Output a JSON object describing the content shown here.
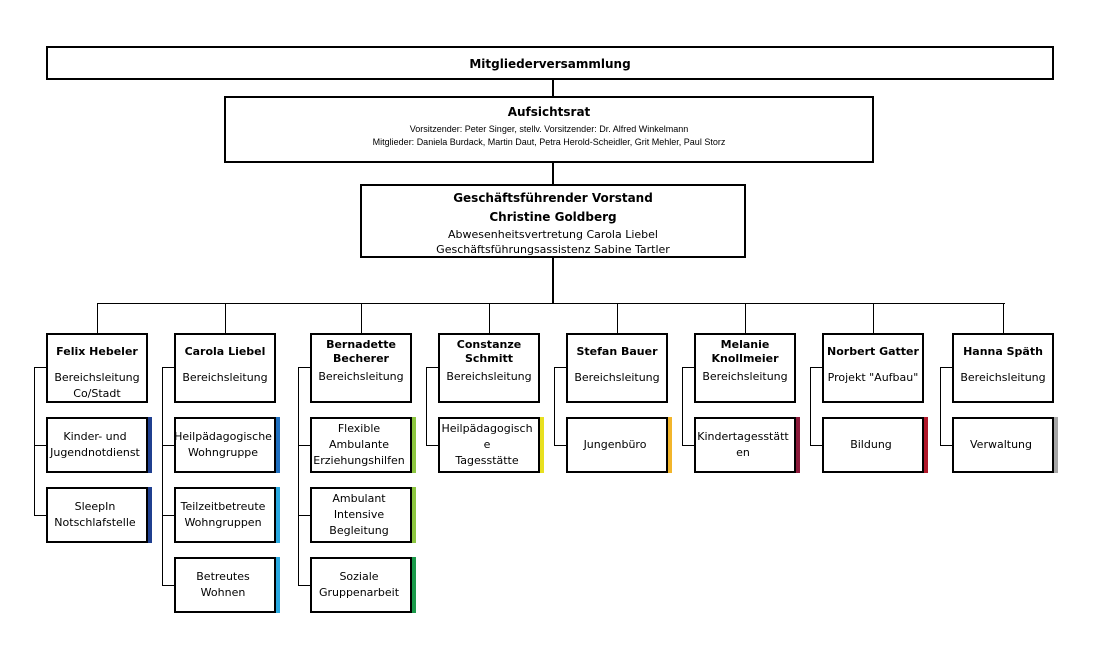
{
  "top": {
    "title": "Mitgliederversammlung"
  },
  "aufsichtsrat": {
    "title": "Aufsichtsrat",
    "line1": "Vorsitzender: Peter Singer, stellv. Vorsitzender:  Dr. Alfred Winkelmann",
    "line2": "Mitglieder: Daniela Burdack, Martin Daut, Petra Herold-Scheidler, Grit Mehler, Paul Storz"
  },
  "vorstand": {
    "title": "Geschäftsführender Vorstand",
    "name": "Christine Goldberg",
    "line1": "Abwesenheitsvertretung Carola Liebel",
    "line2": "Geschäftsführungsassistenz Sabine Tartler"
  },
  "departments": [
    {
      "name": "Felix Hebeler",
      "role": "Bereichsleitung\nCo/Stadt",
      "subunits": [
        {
          "label": "Kinder- und\nJugendnotdienst",
          "color": "#1f3f8f"
        },
        {
          "label": "SleepIn\nNotschlafstelle",
          "color": "#1f3f8f"
        }
      ]
    },
    {
      "name": "Carola Liebel",
      "role": "Bereichsleitung",
      "subunits": [
        {
          "label": "Heilpädagogische\nWohngruppe",
          "color": "#1f6fbf"
        },
        {
          "label": "Teilzeitbetreute\nWohngruppen",
          "color": "#29a9e0"
        },
        {
          "label": "Betreutes\nWohnen",
          "color": "#29a9e0"
        }
      ]
    },
    {
      "name": "Bernadette\nBecherer",
      "role": "Bereichsleitung",
      "subunits": [
        {
          "label": "Flexible\nAmbulante\nErziehungshilfen",
          "color": "#8cc63f"
        },
        {
          "label": "Ambulant\nIntensive\nBegleitung",
          "color": "#8cc63f"
        },
        {
          "label": "Soziale\nGruppenarbeit",
          "color": "#1a9a4a"
        }
      ]
    },
    {
      "name": "Constanze\nSchmitt",
      "role": "Bereichsleitung",
      "subunits": [
        {
          "label": "Heilpädagogisch\ne\nTagesstätte",
          "color": "#e8e020"
        }
      ]
    },
    {
      "name": "Stefan Bauer",
      "role": "Bereichsleitung",
      "subunits": [
        {
          "label": "Jungenbüro",
          "color": "#f2b52b"
        }
      ]
    },
    {
      "name": "Melanie\nKnollmeier",
      "role": "Bereichsleitung",
      "subunits": [
        {
          "label": "Kindertagesstätt\nen",
          "color": "#8b1a3a"
        }
      ]
    },
    {
      "name": "Norbert Gatter",
      "role": "Projekt \"Aufbau\"",
      "subunits": [
        {
          "label": "Bildung",
          "color": "#b0182a"
        }
      ]
    },
    {
      "name": "Hanna Späth",
      "role": "Bereichsleitung",
      "subunits": [
        {
          "label": "Verwaltung",
          "color": "#a6a6a6"
        }
      ]
    }
  ]
}
